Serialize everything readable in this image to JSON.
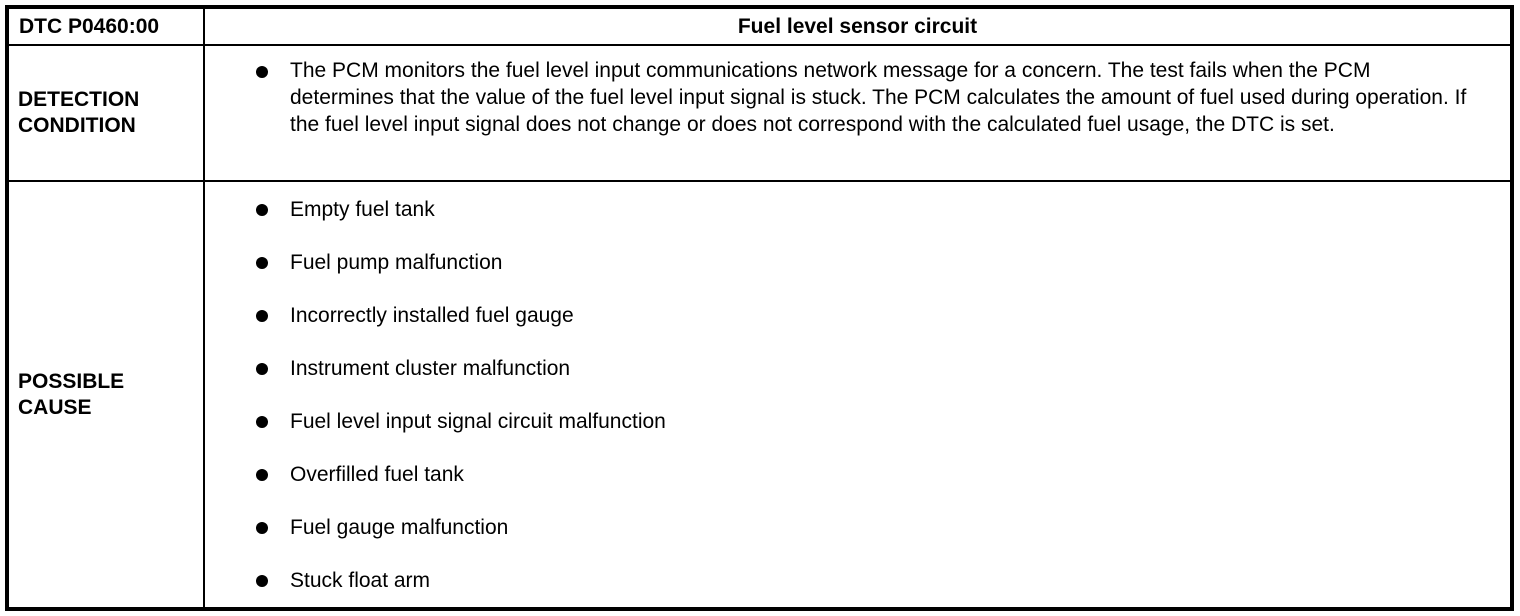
{
  "table": {
    "code": "DTC P0460:00",
    "title": "Fuel level sensor circuit",
    "rows": [
      {
        "label": "DETECTION CONDITION",
        "items": [
          "The PCM monitors the fuel level input communications network message for a concern. The test fails when the PCM determines that the value of the fuel level input signal is stuck. The PCM calculates the amount of fuel used during operation. If the fuel level input signal does not change or does not correspond with the calculated fuel usage, the DTC is set."
        ]
      },
      {
        "label": "POSSIBLE CAUSE",
        "items": [
          "Empty fuel tank",
          "Fuel pump malfunction",
          "Incorrectly installed fuel gauge",
          "Instrument cluster malfunction",
          "Fuel level input signal circuit malfunction",
          "Overfilled fuel tank",
          "Fuel gauge malfunction",
          "Stuck float arm"
        ]
      }
    ]
  }
}
